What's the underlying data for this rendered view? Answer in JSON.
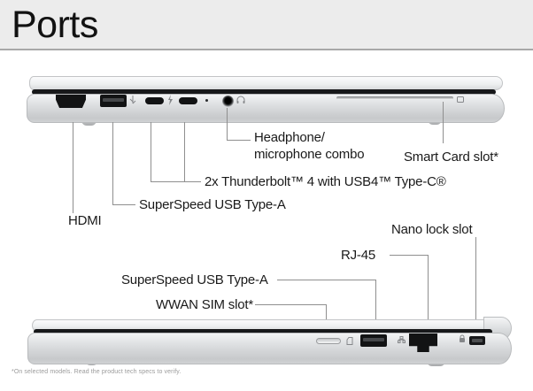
{
  "header": {
    "title": "Ports"
  },
  "top_view": {
    "labels": {
      "hdmi": "HDMI",
      "superspeed_usb_a": "SuperSpeed USB Type-A",
      "thunderbolt": "2x Thunderbolt™ 4 with USB4™ Type-C®",
      "headphone_combo": [
        "Headphone/",
        "microphone combo"
      ],
      "smart_card": "Smart Card slot*"
    }
  },
  "bottom_view": {
    "labels": {
      "superspeed_usb_a": "SuperSpeed USB Type-A",
      "wwan_sim": "WWAN SIM slot*",
      "rj45": "RJ-45",
      "nano_lock": "Nano lock slot"
    }
  },
  "footnote": "*On selected models. Read the product tech specs to verify.",
  "colors": {
    "band-bg": "#ececec",
    "band-border": "#a8a8a8",
    "text": "#1a1a1a",
    "line": "#8f8f8f",
    "port-black": "#121314",
    "footnote": "#9b9b9b"
  }
}
